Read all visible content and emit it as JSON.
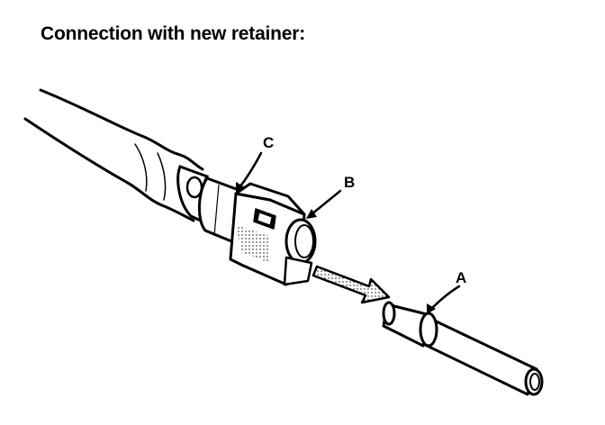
{
  "heading": "Connection with new retainer:",
  "labels": {
    "a": "A",
    "b": "B",
    "c": "C"
  },
  "colors": {
    "ink": "#000000",
    "paper": "#ffffff",
    "shade": "#d8d8d8"
  }
}
